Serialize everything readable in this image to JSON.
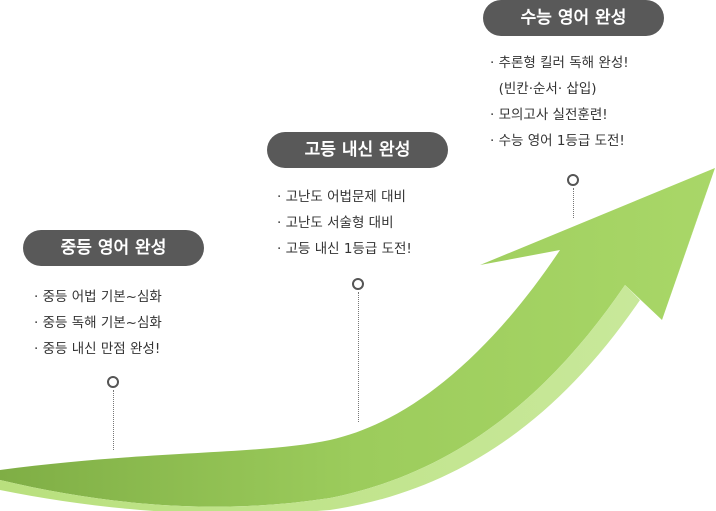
{
  "stages": [
    {
      "title": "중등 영어 완성",
      "items": [
        "· 중등 어법 기본~심화",
        "· 중등 독해 기본~심화",
        "· 중등 내신 만점 완성!"
      ]
    },
    {
      "title": "고등 내신 완성",
      "items": [
        "· 고난도 어법문제 대비",
        "· 고난도 서술형 대비",
        "· 고등 내신 1등급 도전!"
      ]
    },
    {
      "title": "수능 영어 완성",
      "items": [
        "· 추론형 킬러 독해 완성!",
        "  (빈칸·순서· 삽입)",
        "· 모의고사 실전훈련!",
        "· 수능 영어 1등급 도전!"
      ]
    }
  ],
  "colors": {
    "pill": "#595959",
    "arrow_light": "#a9d768",
    "arrow_mid": "#8bc34a",
    "arrow_dark": "#6fa33a",
    "marker": "#555555"
  }
}
